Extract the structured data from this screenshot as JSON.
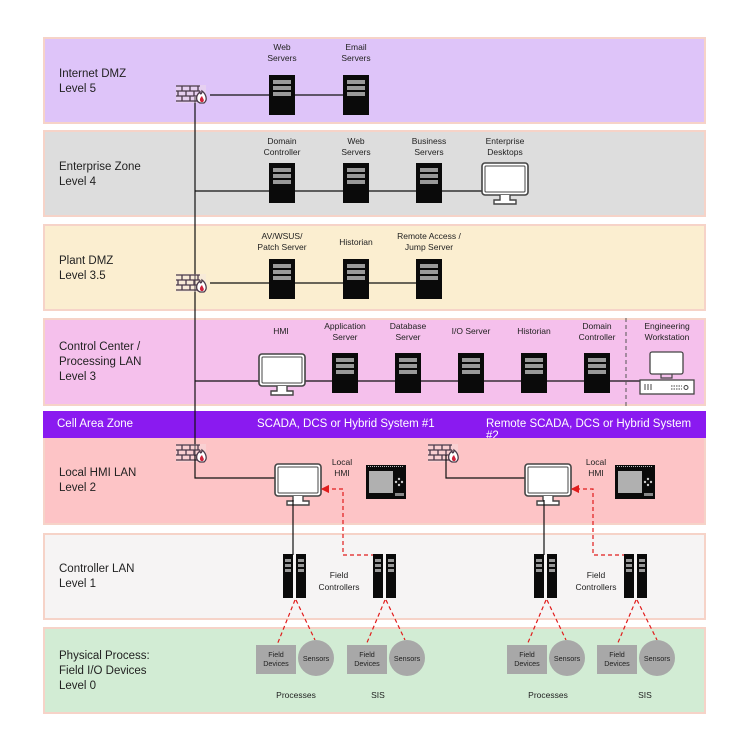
{
  "title": "ICS Purdue Model Network Architecture",
  "colors": {
    "level5": "#dec4f9",
    "level4": "#dddddd",
    "level35": "#fbeed0",
    "level3": "#f5c0ec",
    "banner": "#8a1af0",
    "level2": "#fdc4c6",
    "level1": "#f6f4f4",
    "level0": "#d2ecd4",
    "dashed_link": "#e11c1c"
  },
  "layers": [
    {
      "id": "level5",
      "label": "Internet DMZ\nLevel 5",
      "devices": [
        {
          "type": "server",
          "label": "Web\nServers"
        },
        {
          "type": "server",
          "label": "Email\nServers"
        }
      ],
      "has_firewall": true
    },
    {
      "id": "level4",
      "label": "Enterprise Zone\nLevel 4",
      "devices": [
        {
          "type": "server",
          "label": "Domain\nController"
        },
        {
          "type": "server",
          "label": "Web\nServers"
        },
        {
          "type": "server",
          "label": "Business\nServers"
        },
        {
          "type": "monitor",
          "label": "Enterprise\nDesktops"
        }
      ],
      "has_firewall": false
    },
    {
      "id": "level35",
      "label": "Plant DMZ\nLevel 3.5",
      "devices": [
        {
          "type": "server",
          "label": "AV/WSUS/\nPatch Server"
        },
        {
          "type": "server",
          "label": "Historian"
        },
        {
          "type": "server",
          "label": "Remote Access /\nJump Server"
        }
      ],
      "has_firewall": true
    },
    {
      "id": "level3",
      "label": "Control Center /\nProcessing LAN\nLevel 3",
      "devices": [
        {
          "type": "monitor",
          "label": "HMI"
        },
        {
          "type": "server",
          "label": "Application\nServer"
        },
        {
          "type": "server",
          "label": "Database\nServer"
        },
        {
          "type": "server",
          "label": "I/O Server"
        },
        {
          "type": "server",
          "label": "Historian"
        },
        {
          "type": "server",
          "label": "Domain\nController"
        },
        {
          "type": "workstation",
          "label": "Engineering\nWorkstation"
        }
      ],
      "has_firewall": false
    },
    {
      "id": "level2",
      "label": "Local HMI LAN\nLevel 2",
      "devices": [
        {
          "type": "hmi-panel",
          "label": "Local\nHMI"
        },
        {
          "type": "hmi-panel",
          "label": "Local\nHMI"
        }
      ],
      "has_firewall": true
    },
    {
      "id": "level1",
      "label": "Controller LAN\nLevel 1",
      "devices": [
        {
          "type": "controller",
          "label": "Field\nControllers"
        },
        {
          "type": "controller",
          "label": "Field\nControllers"
        }
      ],
      "has_firewall": false
    },
    {
      "id": "level0",
      "label": "Physical Process:\nField I/O Devices\nLevel 0",
      "devices": [
        {
          "type": "field-device",
          "label": "Field\nDevices"
        },
        {
          "type": "sensor",
          "label": "Sensors"
        }
      ],
      "has_firewall": false
    }
  ],
  "banner": {
    "zone": "Cell Area Zone",
    "system1": "SCADA, DCS or Hybrid System #1",
    "system2": "Remote SCADA, DCS or Hybrid System #2"
  },
  "labels": {
    "l5_web": [
      "Web",
      "Servers"
    ],
    "l5_email": [
      "Email",
      "Servers"
    ],
    "l4_dc": [
      "Domain",
      "Controller"
    ],
    "l4_web": [
      "Web",
      "Servers"
    ],
    "l4_business": [
      "Business",
      "Servers"
    ],
    "l4_desktops": [
      "Enterprise",
      "Desktops"
    ],
    "l35_av": [
      "AV/WSUS/",
      "Patch Server"
    ],
    "l35_hist": [
      "Historian"
    ],
    "l35_jump": [
      "Remote Access /",
      "Jump Server"
    ],
    "l3_hmi": [
      "HMI"
    ],
    "l3_app": [
      "Application",
      "Server"
    ],
    "l3_db": [
      "Database",
      "Server"
    ],
    "l3_io": [
      "I/O Server"
    ],
    "l3_hist": [
      "Historian"
    ],
    "l3_dc": [
      "Domain",
      "Controller"
    ],
    "l3_eng": [
      "Engineering",
      "Workstation"
    ],
    "l2_local_hmi": [
      "Local",
      "HMI"
    ],
    "l1_field_controllers": [
      "Field",
      "Controllers"
    ],
    "l0_field_devices": [
      "Field",
      "Devices"
    ],
    "l0_sensors": [
      "Sensors"
    ],
    "l0_processes": "Processes",
    "l0_sis": "SIS"
  }
}
